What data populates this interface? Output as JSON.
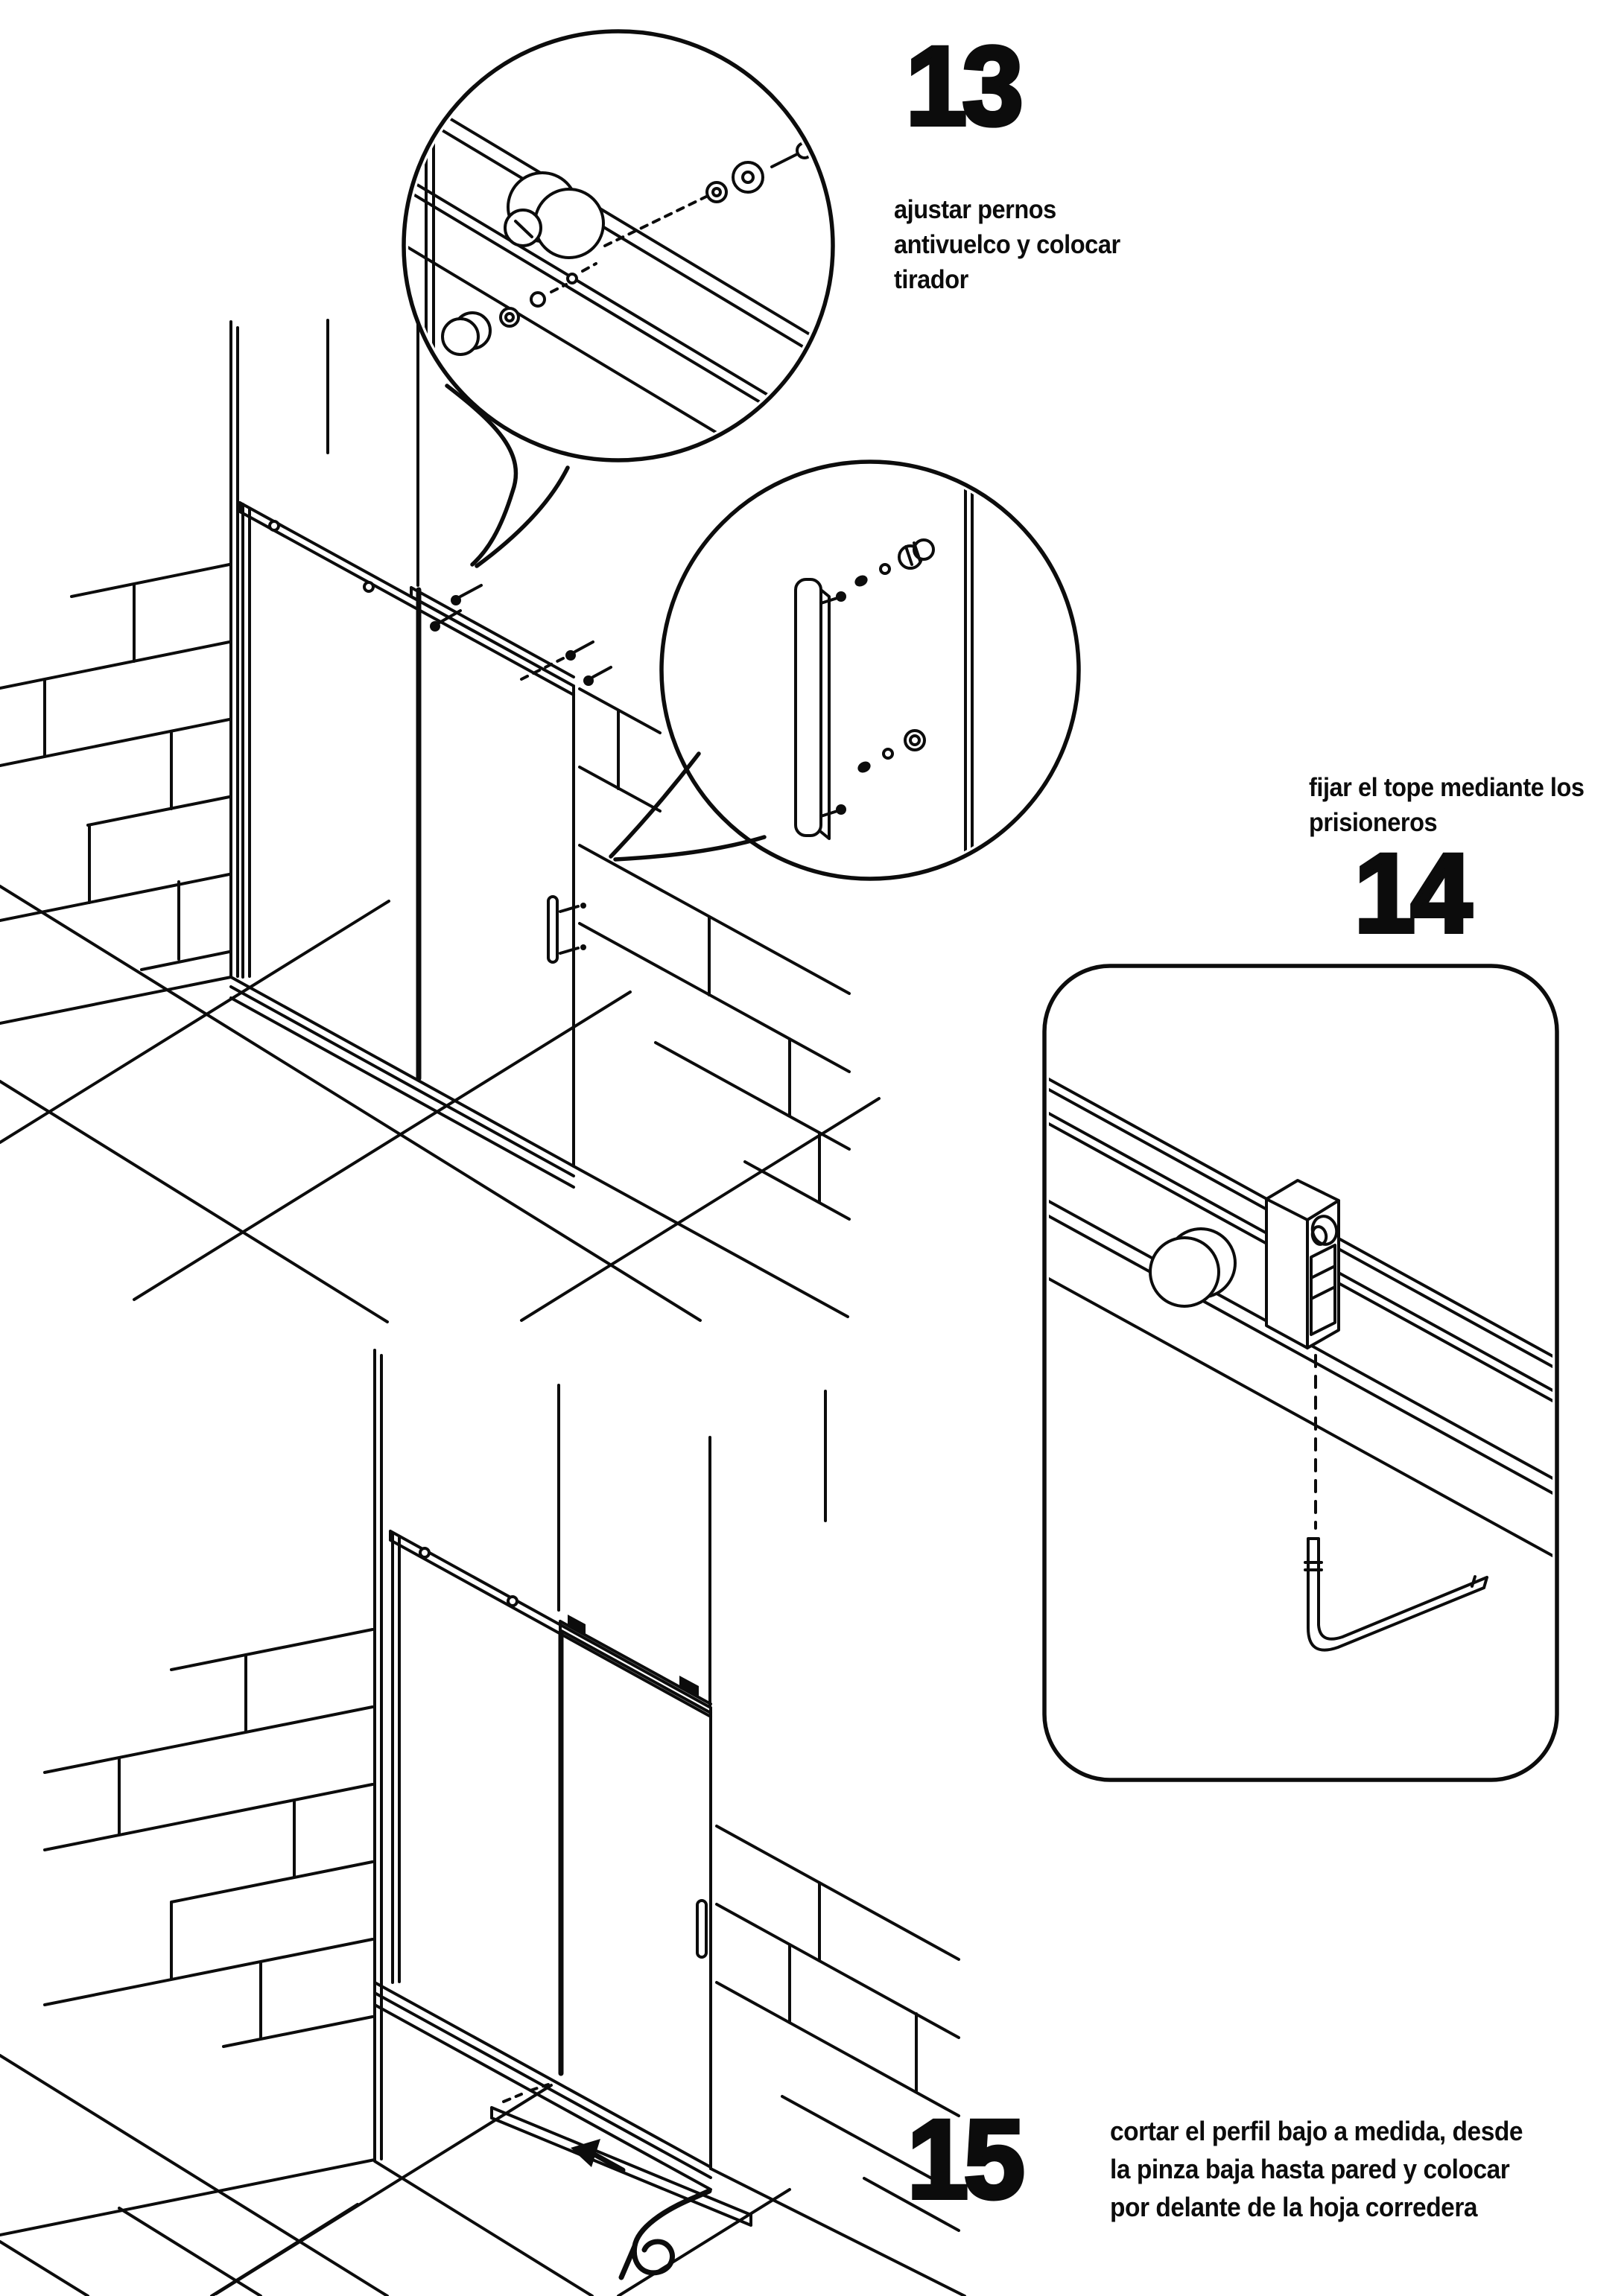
{
  "page": {
    "background": "#ffffff",
    "ink": "#0c0c0c"
  },
  "steps": {
    "s13": {
      "number": "13",
      "caption_line1": "ajustar pernos",
      "caption_line2": "antivuelco y colocar",
      "caption_line3": "tirador"
    },
    "s14": {
      "number": "14",
      "caption_line1": "fijar el tope mediante los",
      "caption_line2": "prisioneros"
    },
    "s15": {
      "number": "15",
      "caption_line1": "cortar el perfil bajo a medida, desde",
      "caption_line2": "la pinza baja hasta pared y colocar",
      "caption_line3": "por delante de la hoja corredera"
    }
  }
}
